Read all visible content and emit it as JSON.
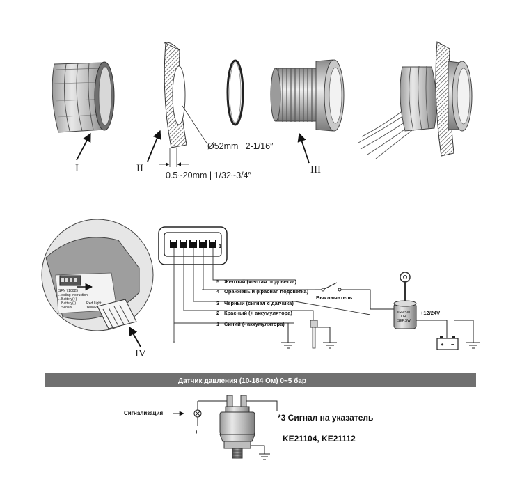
{
  "parts": {
    "label_1": "I",
    "label_2": "II",
    "label_3": "III",
    "label_4": "IV",
    "diameter": "Ø52mm | 2-1/16″",
    "thickness": "0.5~20mm | 1/32~3/4″"
  },
  "wiring": {
    "wires": [
      {
        "num": "5",
        "label": "Желтый (желтая подсветка)"
      },
      {
        "num": "4",
        "label": "Оранжевый (красная подсветка)"
      },
      {
        "num": "3",
        "label": "Черный (сигнал с датчика)"
      },
      {
        "num": "2",
        "label": "Красный (+ аккумулятора)"
      },
      {
        "num": "1",
        "label": "Синий (- аккумулятора)"
      }
    ],
    "switch_label": "Выключатель",
    "voltage": "+12/24V",
    "ign_label_1": "IGN.SW",
    "ign_label_2": "OR",
    "ign_label_3": "SEP.SW",
    "connector_pin": "1",
    "battery_plus": "+",
    "battery_minus": "−"
  },
  "inset": {
    "lines": [
      "SFN 710025",
      "...ecting Instruction",
      "...Battery(+)",
      "...Battery(-)",
      "...Sensor",
      "...Red Light",
      "...Yellow Light"
    ]
  },
  "banner": {
    "title": "Датчик давления (10-184 Ом) 0~5 бар"
  },
  "sensor": {
    "alarm_label": "Сигнализация",
    "signal_label": "*3 Сигнал на указатель",
    "models": "KE21104, KE21112",
    "plus": "+"
  }
}
